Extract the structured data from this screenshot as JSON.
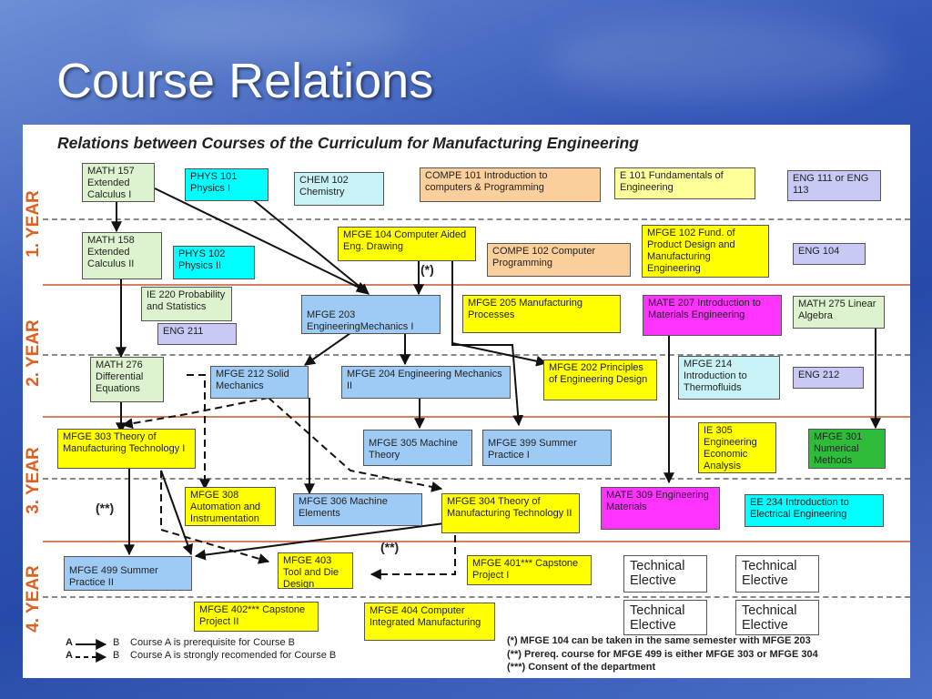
{
  "slide": {
    "title": "Course Relations"
  },
  "diagram": {
    "title": "Relations between Courses of the Curriculum for Manufacturing Engineering",
    "years": [
      "1. YEAR",
      "2. YEAR",
      "3. YEAR",
      "4. YEAR"
    ],
    "courses": {
      "math157": "MATH 157 Extended Calculus I",
      "phys101": "PHYS 101 Physics I",
      "chem102": "CHEM 102 Chemistry",
      "compe101": "COMPE 101 Introduction to computers & Programming",
      "e101": "E 101 Fundamentals of Engineering",
      "eng111": "ENG 111 or ENG 113",
      "math158": "MATH 158 Extended Calculus II",
      "phys102": "PHYS 102 Physics II",
      "mfge104": "MFGE 104 Computer Aided Eng. Drawing",
      "compe102": "COMPE 102 Computer Programming",
      "mfge102": "MFGE 102 Fund. of Product Design and Manufacturing Engineering",
      "eng104": "ENG 104",
      "ie220": "IE 220 Probability and Statistics",
      "eng211": "ENG 211",
      "mfge203": "MFGE 203 EngineeringMechanics I",
      "mfge205": "MFGE 205 Manufacturing Processes",
      "mate207": "MATE 207 Introduction to Materials Engineering",
      "math275": "MATH 275 Linear Algebra",
      "math276": "MATH 276 Differential Equations",
      "mfge212": "MFGE 212 Solid Mechanics",
      "mfge204": "MFGE 204 Engineering Mechanics II",
      "mfge202": "MFGE 202 Principles of Engineering Design",
      "mfge214": "MFGE 214 Introduction to Thermofluids",
      "eng212": "ENG 212",
      "mfge303": "MFGE 303 Theory of Manufacturing Technology I",
      "mfge305": "MFGE 305 Machine Theory",
      "mfge399": "MFGE 399 Summer Practice I",
      "ie305": "IE 305 Engineering Economic Analysis",
      "mfge301": "MFGE 301 Numerical Methods",
      "mfge308": "MFGE 308 Automation and Instrumentation",
      "mfge306": "MFGE 306 Machine Elements",
      "mfge304": "MFGE 304 Theory of Manufacturing Technology II",
      "mate309": "MATE 309 Engineering Materials",
      "ee234": "EE 234 Introduction to Electrical Engineering",
      "mfge499": "MFGE 499 Summer Practice II",
      "mfge403": "MFGE 403 Tool and Die Design",
      "mfge401": "MFGE 401*** Capstone Project I",
      "mfge402": "MFGE 402*** Capstone Project II",
      "mfge404": "MFGE 404 Computer Integrated Manufacturing",
      "tech1": "Technical Elective",
      "tech2": "Technical Elective",
      "tech3": "Technical Elective",
      "tech4": "Technical Elective"
    },
    "markers": {
      "star1": "(*)",
      "star2": "(**)",
      "star2b": "(**)"
    },
    "legend": {
      "solid_a": "A",
      "solid_b": "B",
      "solid_text": "Course A  is prerequisite for Course B",
      "dashed_a": "A",
      "dashed_b": "B",
      "dashed_text": "Course A  is strongly recomended for Course B"
    },
    "footnotes": [
      "(*) MFGE 104 can be taken in the same semester with MFGE 203",
      "(**) Prereq. course for MFGE 499 is either MFGE 303 or MFGE 304",
      "(***) Consent of the department"
    ]
  }
}
